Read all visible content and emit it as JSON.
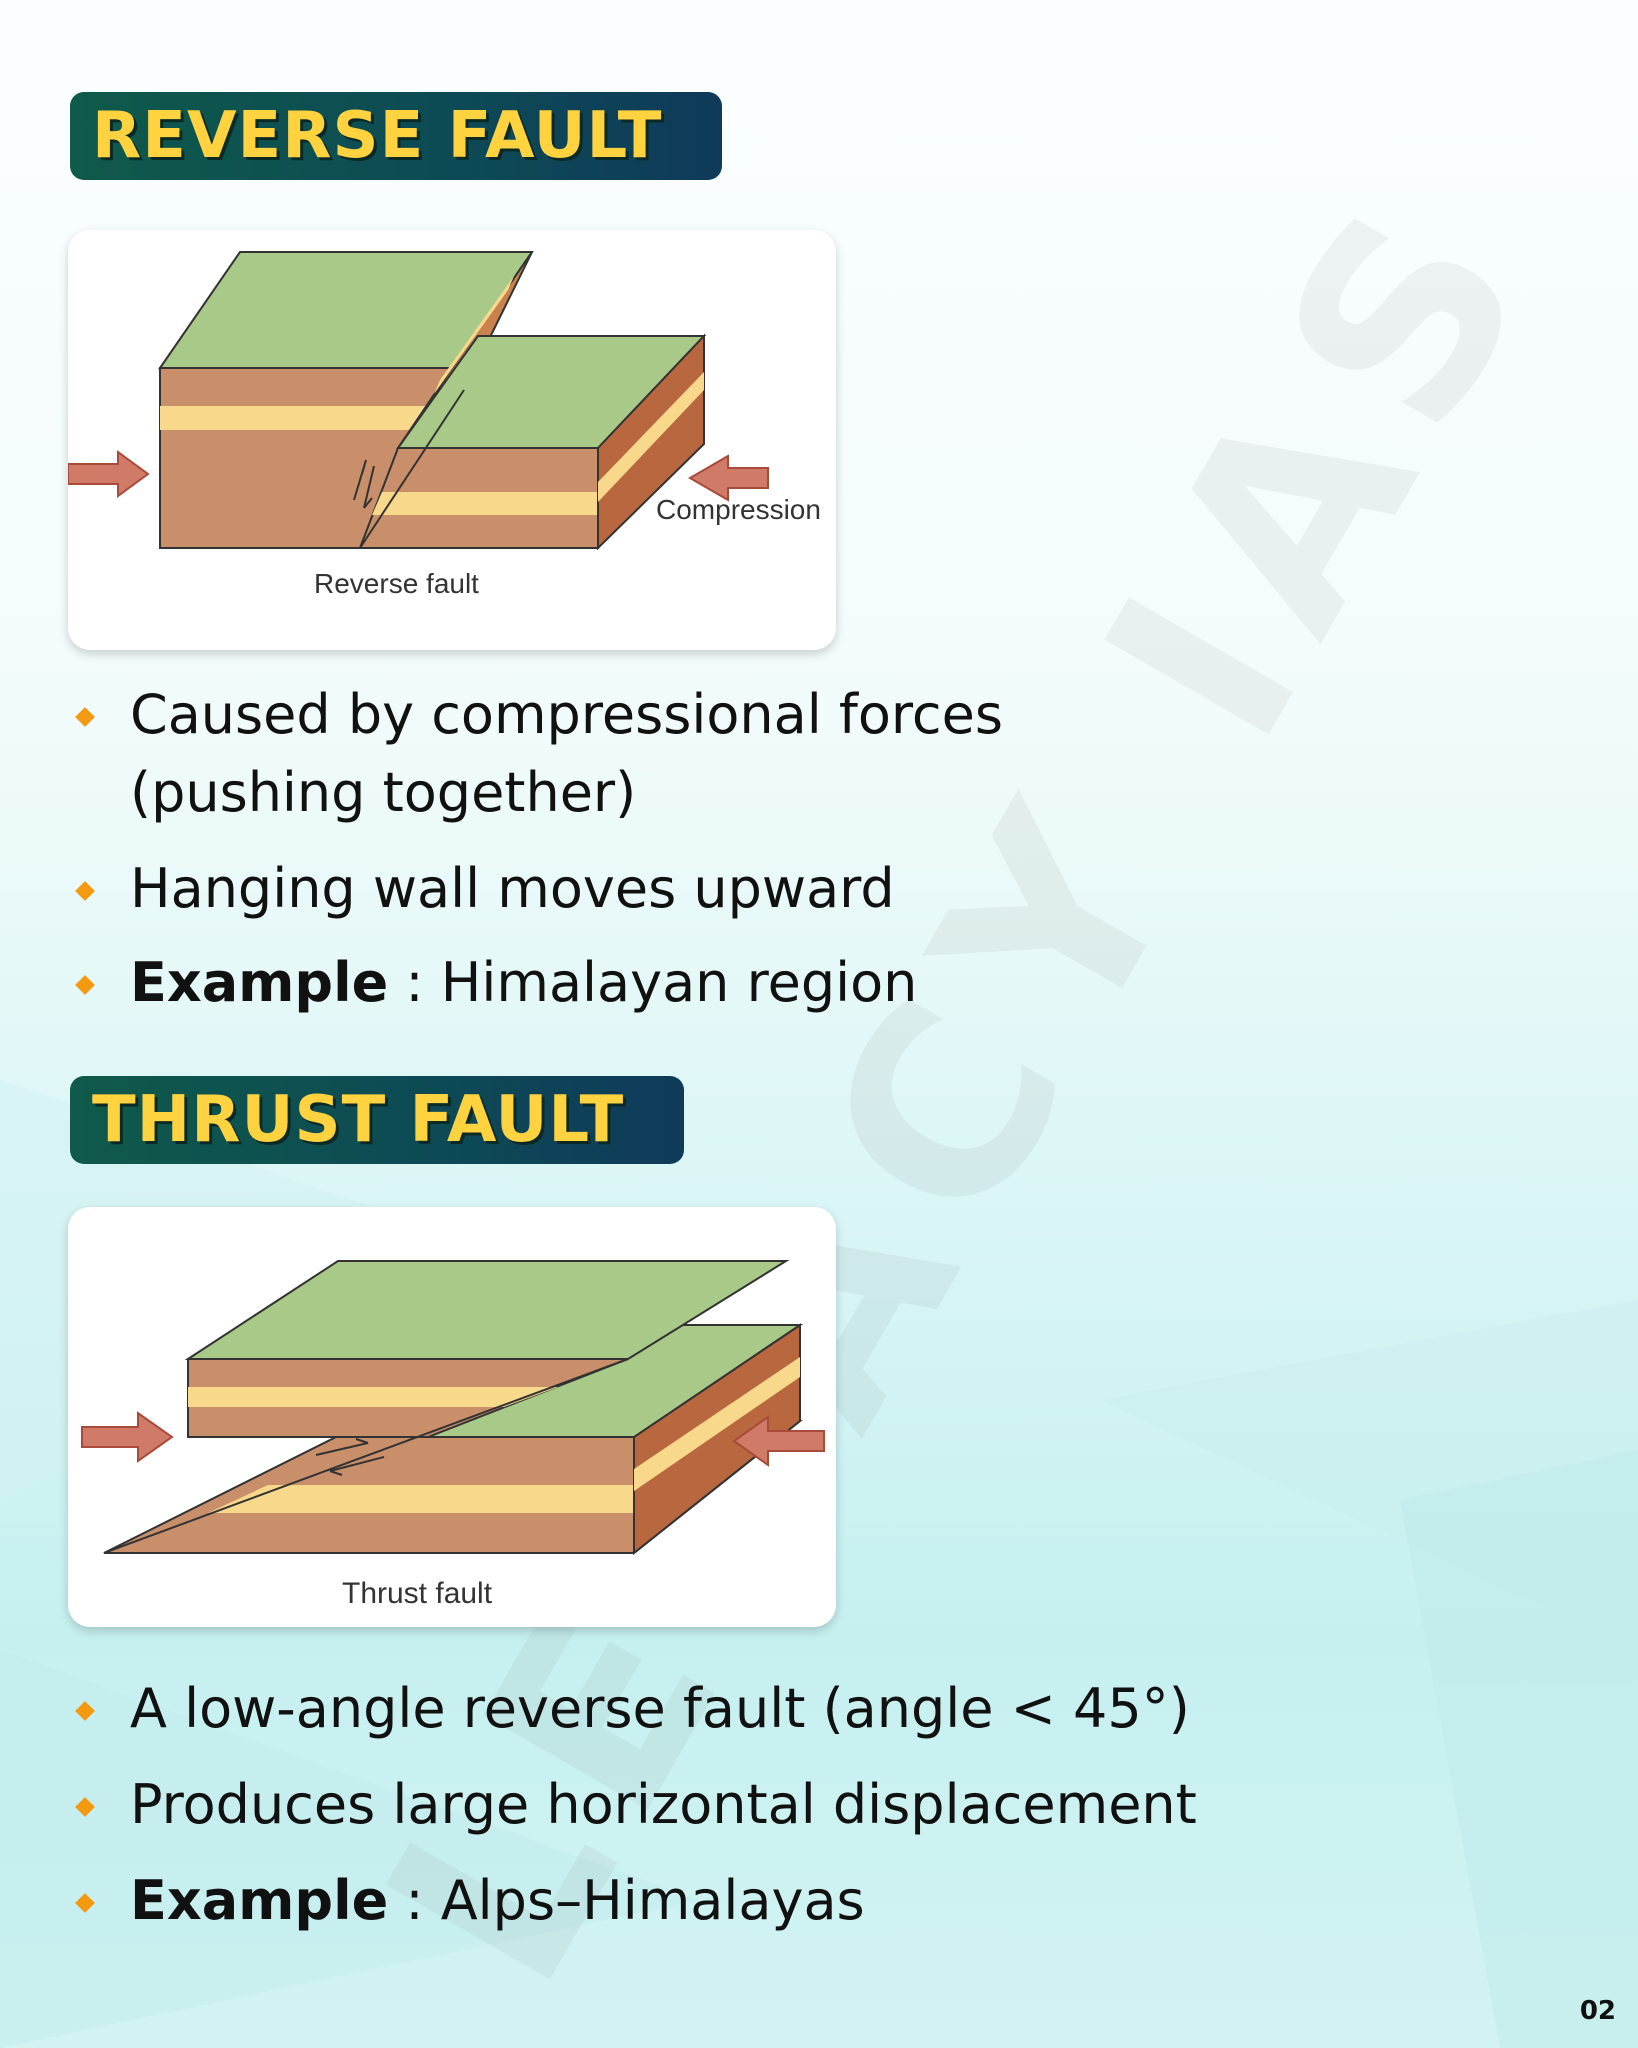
{
  "watermark": "LEGACY IAS",
  "sections": [
    {
      "title": "REVERSE FAULT",
      "diagram": {
        "caption": "Reverse fault",
        "force_label": "Compression"
      },
      "bullets": [
        {
          "bold": "",
          "line1": "Caused by compressional forces",
          "line2": "(pushing together)"
        },
        {
          "bold": "",
          "line1": "Hanging wall moves upward"
        },
        {
          "bold": "Example",
          "line1": " : Himalayan region"
        }
      ]
    },
    {
      "title": "THRUST FAULT",
      "diagram": {
        "caption": "Thrust fault"
      },
      "bullets": [
        {
          "bold": "",
          "line1": "A low-angle reverse fault (angle < 45°)"
        },
        {
          "bold": "",
          "line1": "Produces large horizontal displacement"
        },
        {
          "bold": "Example",
          "line1": " : Alps–Himalayas"
        }
      ]
    }
  ],
  "page_number": "02",
  "colors": {
    "banner": "#0f5a4a",
    "title_text": "#ffd23f",
    "bullet": "#f39a11",
    "rock_top": "#a8c987",
    "rock_side": "#c98e6a",
    "rock_stripe": "#f8d98c",
    "rock_dark": "#b9673f",
    "arrow": "#c85a4a"
  }
}
